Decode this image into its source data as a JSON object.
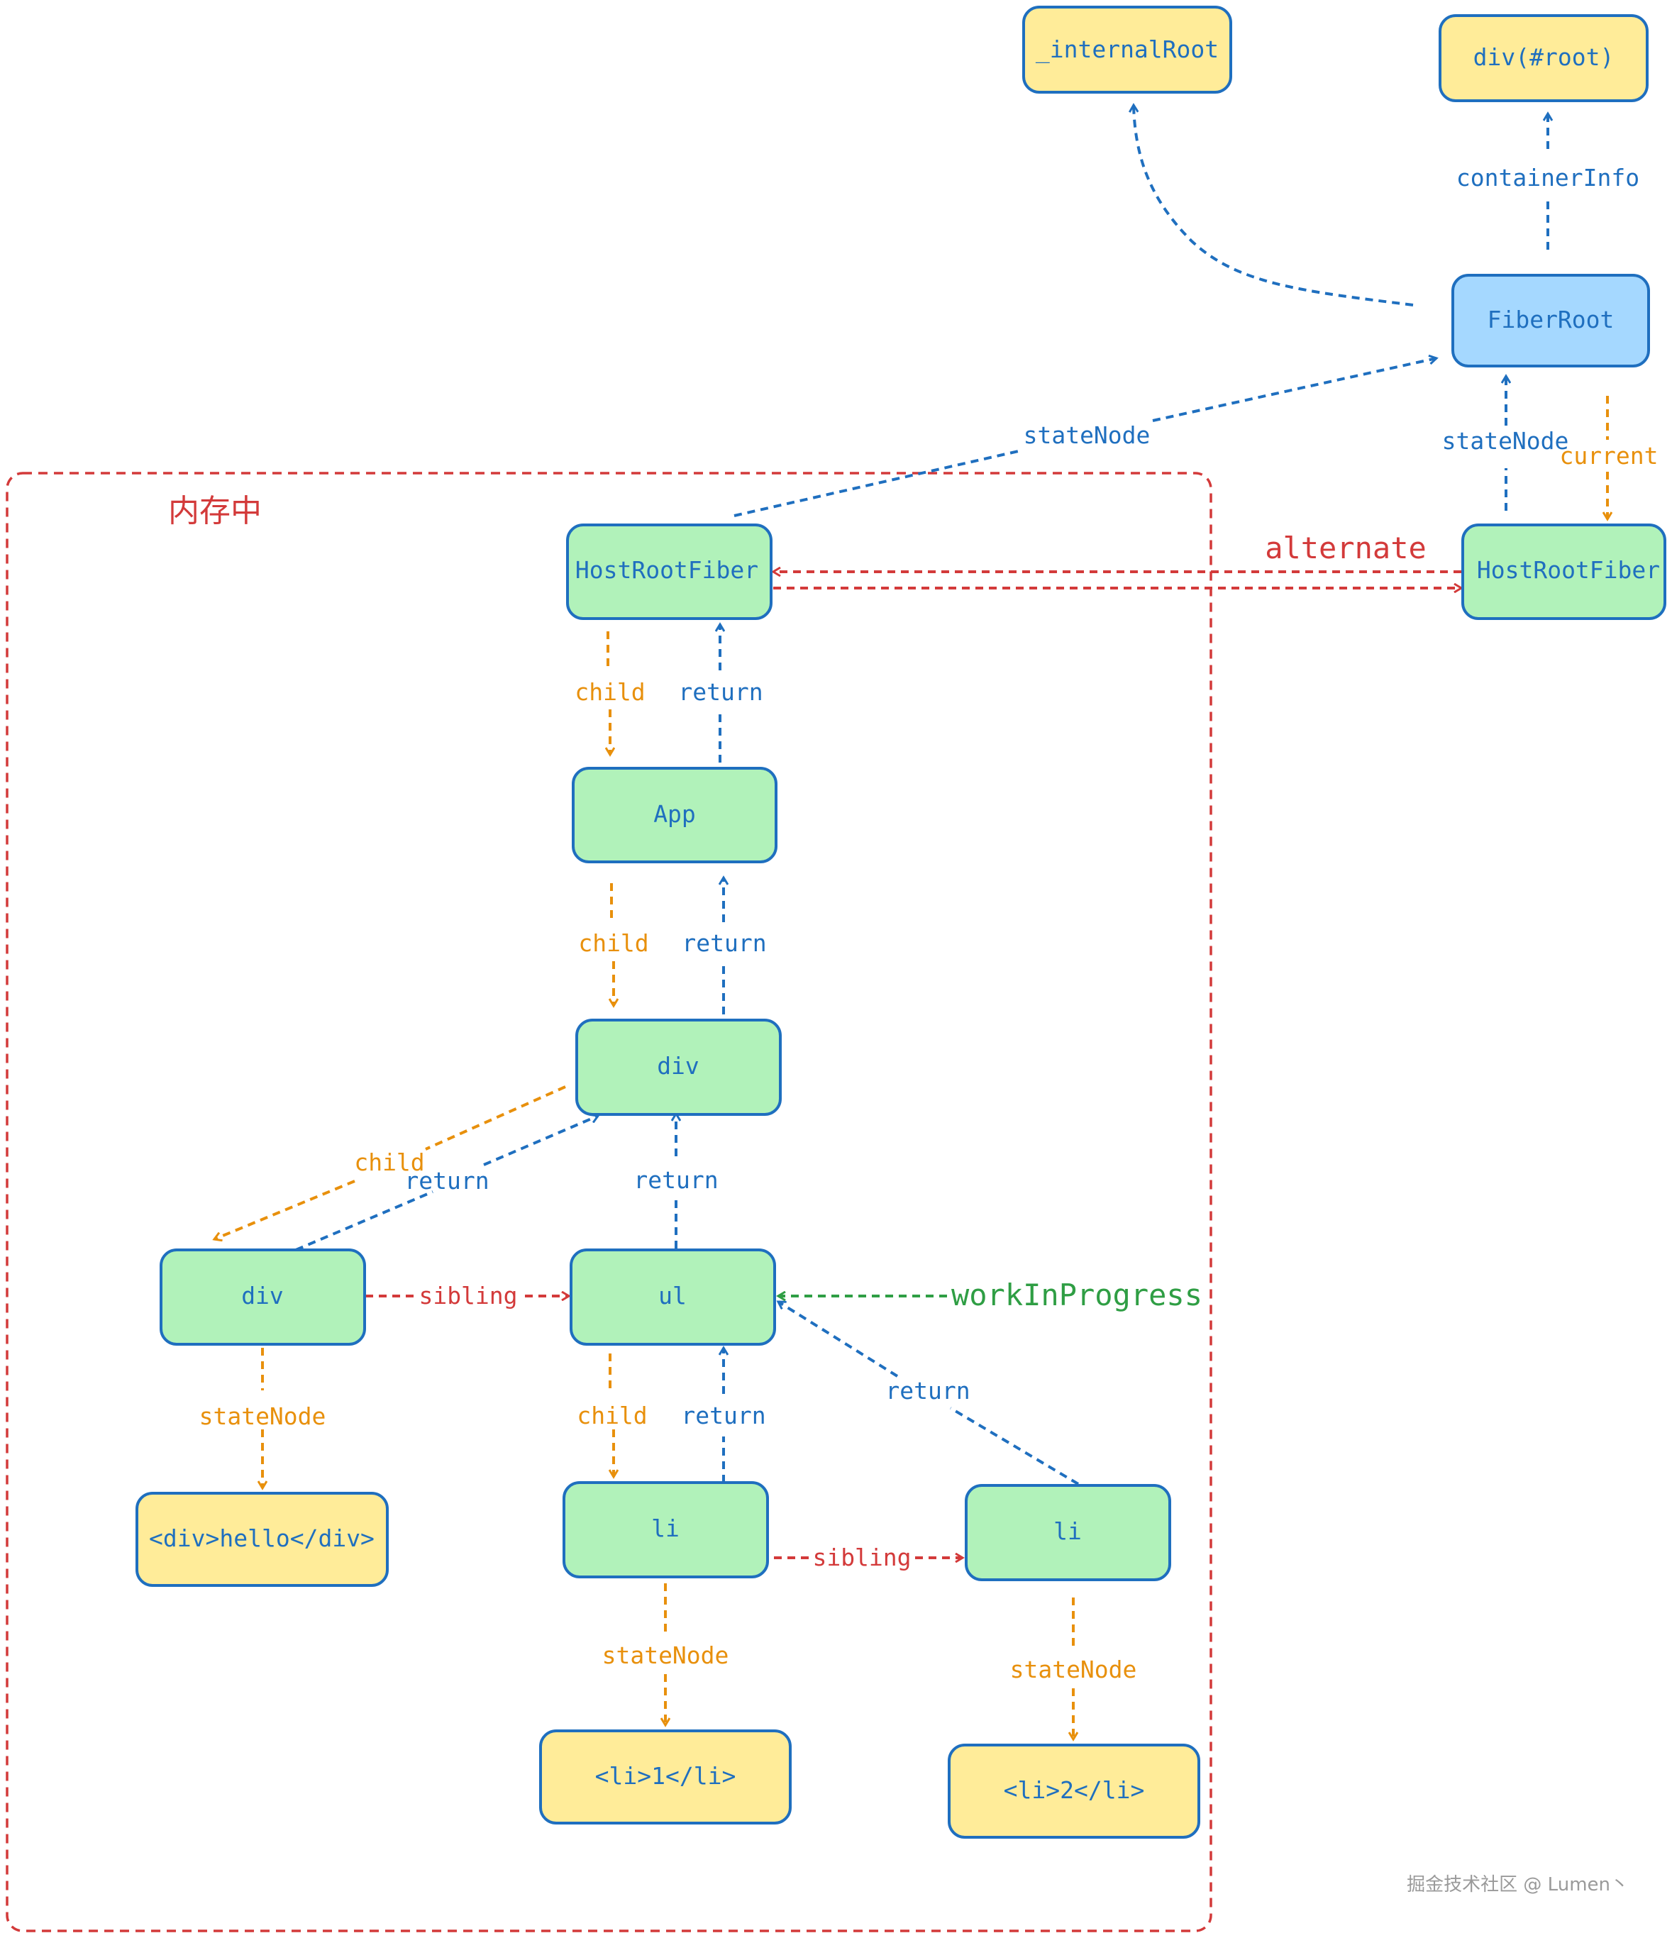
{
  "region": {
    "title": "内存中"
  },
  "nodes": {
    "internal_root": "_internalRoot",
    "div_root": "div(#root)",
    "fiber_root": "FiberRoot",
    "host_root_current": "HostRootFiber",
    "host_root_wip": "HostRootFiber",
    "app": "App",
    "div_outer": "div",
    "div_inner": "div",
    "ul": "ul",
    "li_1": "li",
    "li_2": "li",
    "dom_div_hello": "<div>hello</div>",
    "dom_li_1": "<li>1</li>",
    "dom_li_2": "<li>2</li>"
  },
  "edge_labels": {
    "container_info": "containerInfo",
    "state_node_wip_to_fiberroot": "stateNode",
    "state_node_current_to_fiberroot": "stateNode",
    "current": "current",
    "alternate": "alternate",
    "child": "child",
    "return": "return",
    "sibling": "sibling",
    "state_node": "stateNode",
    "work_in_progress": "workInProgress"
  },
  "watermark": "掘金技术社区 @ Lumen丶",
  "colors": {
    "fiber_fill": "#b1f2ba",
    "dom_fill": "#ffec99",
    "root_fill": "#a5d8ff",
    "stroke_blue": "#1f6fbf",
    "orange": "#e8900c",
    "red": "#d33a3a",
    "green": "#2f9e44"
  }
}
